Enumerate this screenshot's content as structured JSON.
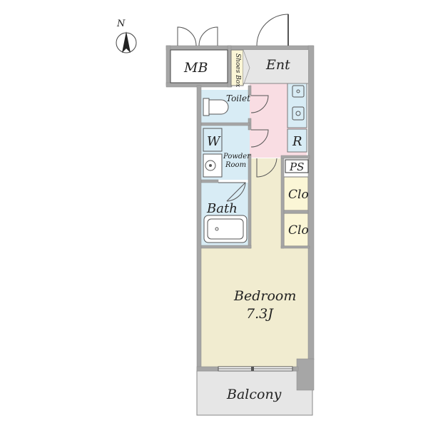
{
  "compass": {
    "letter": "N"
  },
  "rooms": {
    "mb": "MB",
    "shoes_box": "Shoes Box",
    "entrance": "Ent",
    "toilet": "Toilet",
    "washer": "W",
    "powder_room_line1": "Powder",
    "powder_room_line2": "Room",
    "refrigerator": "R",
    "pipe_space": "PS",
    "bath": "Bath",
    "closet_upper": "Clo",
    "closet_lower": "Clo",
    "bedroom": "Bedroom",
    "bedroom_size": "7.3J",
    "balcony": "Balcony"
  },
  "colors": {
    "wall": "#a6a6a6",
    "wet_area": "#d8ecf5",
    "entrance_area": "#f9dde3",
    "bedroom_floor": "#f1ecd0",
    "closet": "#fbf6d6",
    "balcony": "#e6e6e6"
  }
}
